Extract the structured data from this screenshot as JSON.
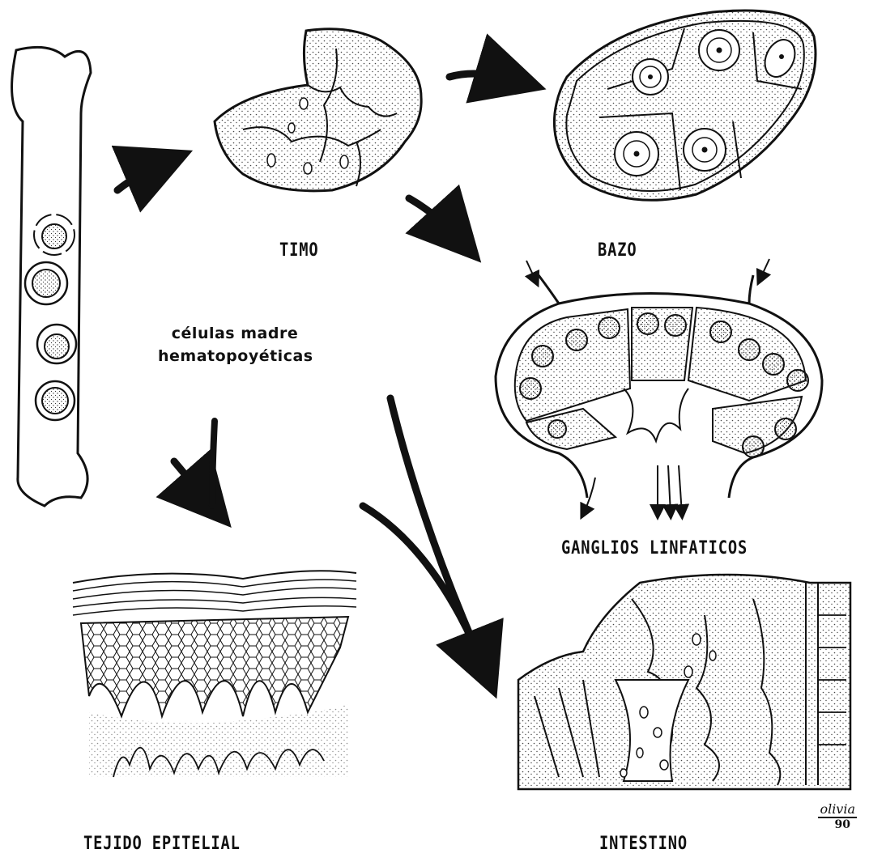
{
  "labels": {
    "thymus": "TIMO",
    "spleen": "BAZO",
    "stem_cells_line1": "células madre",
    "stem_cells_line2": "hematopoyéticas",
    "lymph_nodes": "GANGLIOS LINFATICOS",
    "epithelium": "TEJIDO EPITELIAL",
    "intestine": "INTESTINO"
  },
  "signature": {
    "name": "olivia",
    "year": "90"
  },
  "colors": {
    "ink": "#111111",
    "stipple": "#444444",
    "background": "#ffffff"
  }
}
